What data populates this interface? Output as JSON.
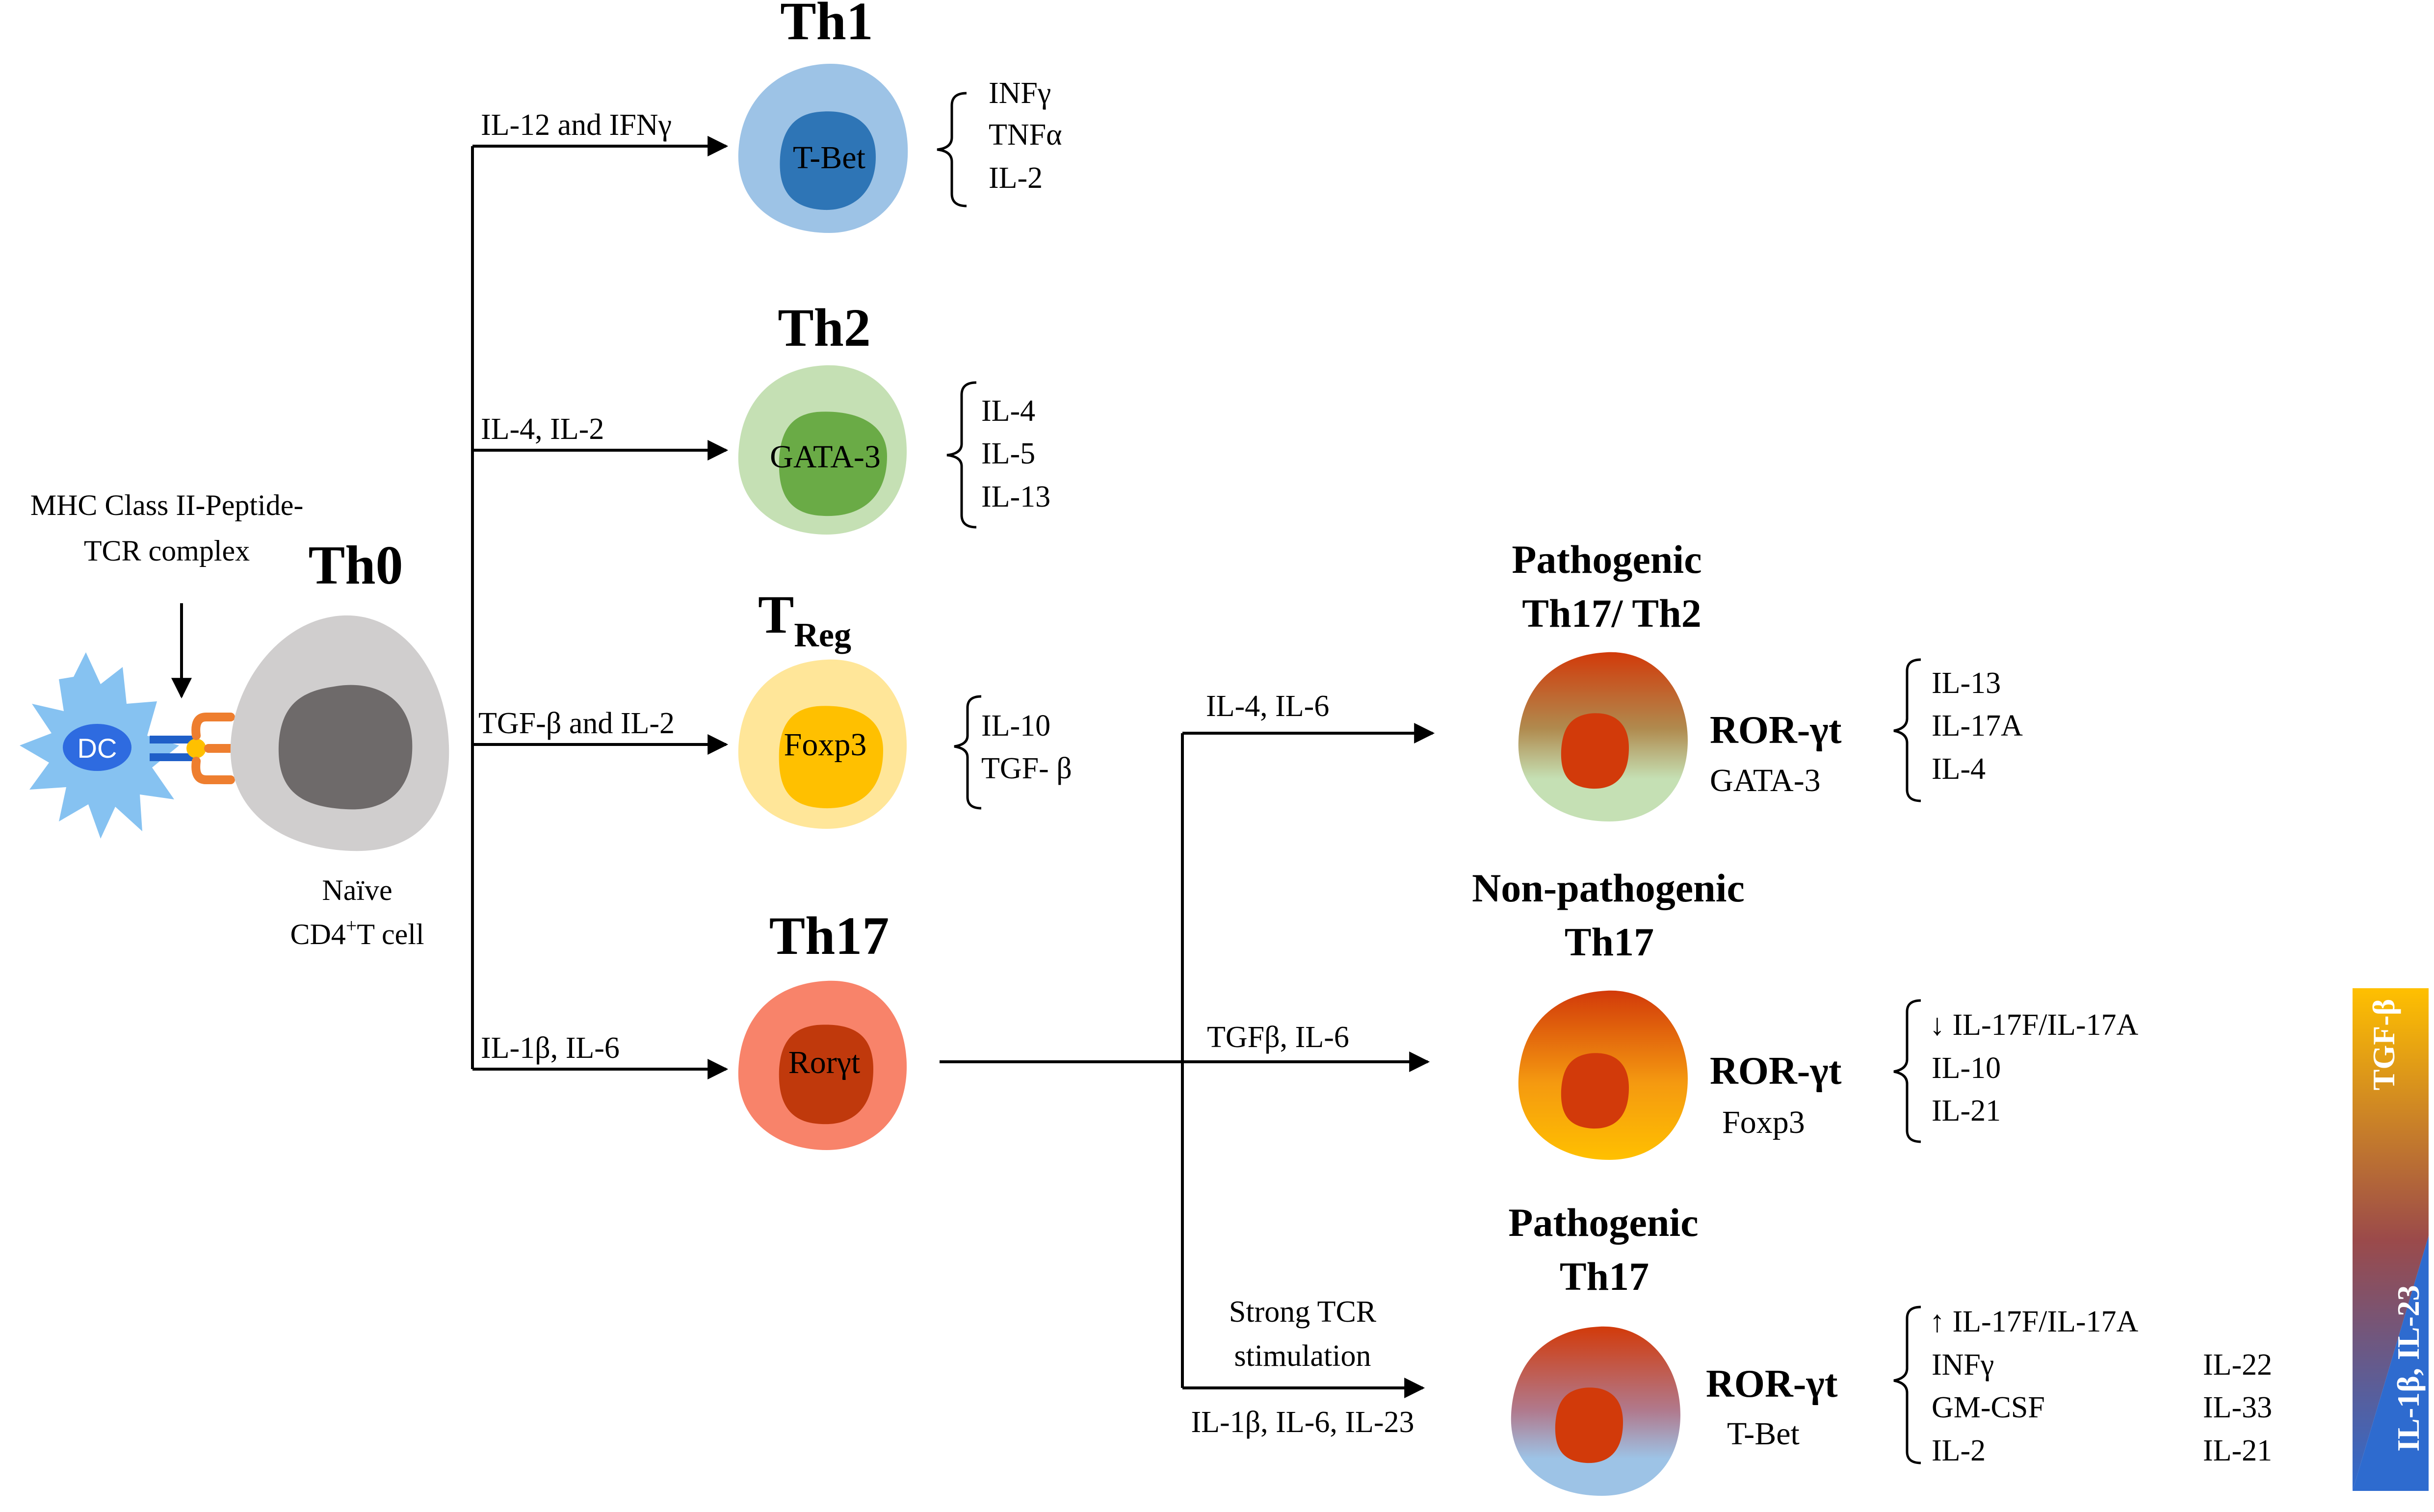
{
  "colors": {
    "th1_outer": "#9DC3E6",
    "th1_inner": "#2E75B6",
    "th2_outer": "#C5E0B4",
    "th2_inner": "#6AAB46",
    "treg_outer": "#FFE699",
    "treg_inner": "#FFC000",
    "th17_outer": "#F8836A",
    "th17_inner": "#C0390C",
    "th0_outer": "#D0CECE",
    "th0_inner": "#6E6A6A",
    "dc": "#86C2F1",
    "dc_core": "#2E6BE0",
    "tcr": "#EE7E2F",
    "mhc": "#1F5FC8",
    "peptide": "#FFC000",
    "tgf_gradient": "#FFC000",
    "il_gradient": "#2E6BCF",
    "gradient_mid": "#9B4A4A",
    "ror_core": "#D23A0A"
  },
  "th0": {
    "title": "Th0",
    "mhc_label_line1": "MHC Class II-Peptide-",
    "mhc_label_line2": "TCR complex",
    "dc_label": "DC",
    "naive_line1": "Naïve",
    "naive_line2_prefix": "CD4",
    "naive_line2_sup": "+",
    "naive_line2_suffix": "T cell"
  },
  "th1": {
    "title": "Th1",
    "stimulus": "IL-12 and IFNγ",
    "tf": "T-Bet",
    "cytokines": [
      "INFγ",
      "TNFα",
      "IL-2"
    ]
  },
  "th2": {
    "title": "Th2",
    "stimulus": "IL-4, IL-2",
    "tf": "GATA-3",
    "cytokines": [
      "IL-4",
      "IL-5",
      "IL-13"
    ]
  },
  "treg": {
    "title_main": "T",
    "title_sub": "Reg",
    "stimulus": "TGF-β and IL-2",
    "tf": "Foxp3",
    "cytokines": [
      "IL-10",
      "TGF- β"
    ]
  },
  "th17": {
    "title": "Th17",
    "stimulus": "IL-1β, IL-6",
    "tf": "Rorγt"
  },
  "path_th2": {
    "title_line1": "Pathogenic",
    "title_line2": "Th17/ Th2",
    "stimulus": "IL-4, IL-6",
    "tf1": "ROR-γt",
    "tf2": "GATA-3",
    "cytokines": [
      "IL-13",
      "IL-17A",
      "IL-4"
    ]
  },
  "nonpath": {
    "title_line1": "Non-pathogenic",
    "title_line2": "Th17",
    "stimulus": "TGFβ, IL-6",
    "tf1": "ROR-γt",
    "tf2": "Foxp3",
    "cytokines": [
      "↓ IL-17F/IL-17A",
      "IL-10",
      "IL-21"
    ]
  },
  "path17": {
    "title_line1": "Pathogenic",
    "title_line2": "Th17",
    "stimulus_line1": "Strong TCR",
    "stimulus_line2": "stimulation",
    "stimulus_line3": "IL-1β, IL-6, IL-23",
    "tf1": "ROR-γt",
    "tf2": "T-Bet",
    "cytokines_left": [
      "↑ IL-17F/IL-17A",
      "INFγ",
      "GM-CSF",
      "IL-2"
    ],
    "cytokines_right": [
      "IL-22",
      "IL-33",
      "IL-21"
    ]
  },
  "gradient_bar": {
    "top_label": "TGF-β",
    "bottom_label": "IL-1β, IL-23"
  }
}
